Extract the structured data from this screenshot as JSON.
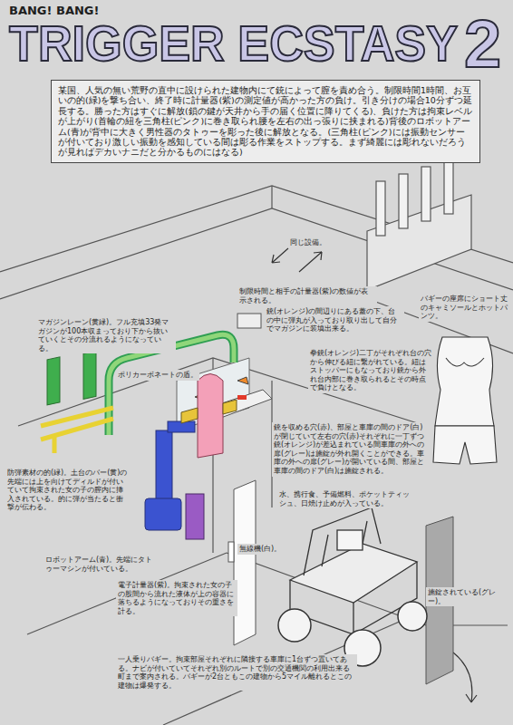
{
  "diagram": {
    "title": "TRIGGER ECSTASY",
    "nodes": [
      {
        "text": [
          "某国、人気の無い荒野の直中に設けられた建物内にて銃によって膣を責め合う。制限時間1時間、お互いの的(緑)を撃ち合い、終了時に計量器(紫)の測定値が高かった方の負け。引き分けの場合10分ずつ延長する。勝った方はすぐに解放(鎖の鍵が天井から手の届く位置に降りてくる)、負けた方は拘束レベルが上がり(首輪の紐を三角柱(ピンク)に巻き取られ腰を左右の出っ張りに挟まれる)背後のロボットアーム(青)が背中に大きく男性器のタトゥーを彫った後に解放となる。(三角柱(ピンク)には振動センサーが付いており激しい振動を感知している間は彫る作業をストップする。まず綺麗には彫れないだろうが見ればデカいナニだと分かるものにはなる)"
        ]
      }
    ],
    "labels": [
      "BANG! BANG!",
      "2",
      "同じ設備。",
      "制限時間と相手の計量器(紫)の数値が表示される。",
      "銃(オレンジ)の間辺りにある蓋の下、台の中に弾丸が入っており取り出して自分でマガジンに装填出来る。",
      "バギーの座席にショート丈のキャミソールとホットパンツ。",
      "拳銃(オレンジ)二丁がそれぞれ台の穴から伸びる紐に繋がれている。紐はストッパーにもなっており銃から外れ台内部に巻き取られるとその時点で負けとなる。",
      "マガジンレーン(黄緑)。フル充填33発マガジンが100本収まっており下から抜いていくとその分流れるようになっている。",
      "ポリカーボネートの盾。",
      "銃を収める穴(赤)、部屋と車庫の間のドア(白)が閉じていて左右の穴(赤)それぞれに一丁ずつ銃(オレンジ)が差込まれている間車庫の外への扉(グレー)は施錠が外れ開くことができる。車庫の外への扉(グレー)が開いている間、部屋と車庫の間のドア(白)は施錠される。",
      "水、携行食、予備燃料、ポケットティッシュ、日焼け止めが入っている。",
      "防弾素材の的(緑)。土台のバー(黄)の先端には上を向けてディルドが付いていて拘束された女の子の膣内に挿入されている。的に弾が当たると衝撃が伝わる。",
      "ロボットアーム(青)。先端にタトゥーマシンが付いている。",
      "電子計量器(紫)。拘束された女の子の股間から流れた液体が上の容器に落ちるようになっておりその重さを計る。",
      "無線機(白)。",
      "施錠されている(グレー)。",
      "一人乗りバギー。拘束部屋それぞれに隣接する車庫に1台ずつ置いてある。ナビが付いていてそれぞれ別のルートで別の交通機関の利用出来る町まで案内される。バギーが2台ともこの建物から5マイル離れるとこの建物は爆発する。"
    ]
  }
}
